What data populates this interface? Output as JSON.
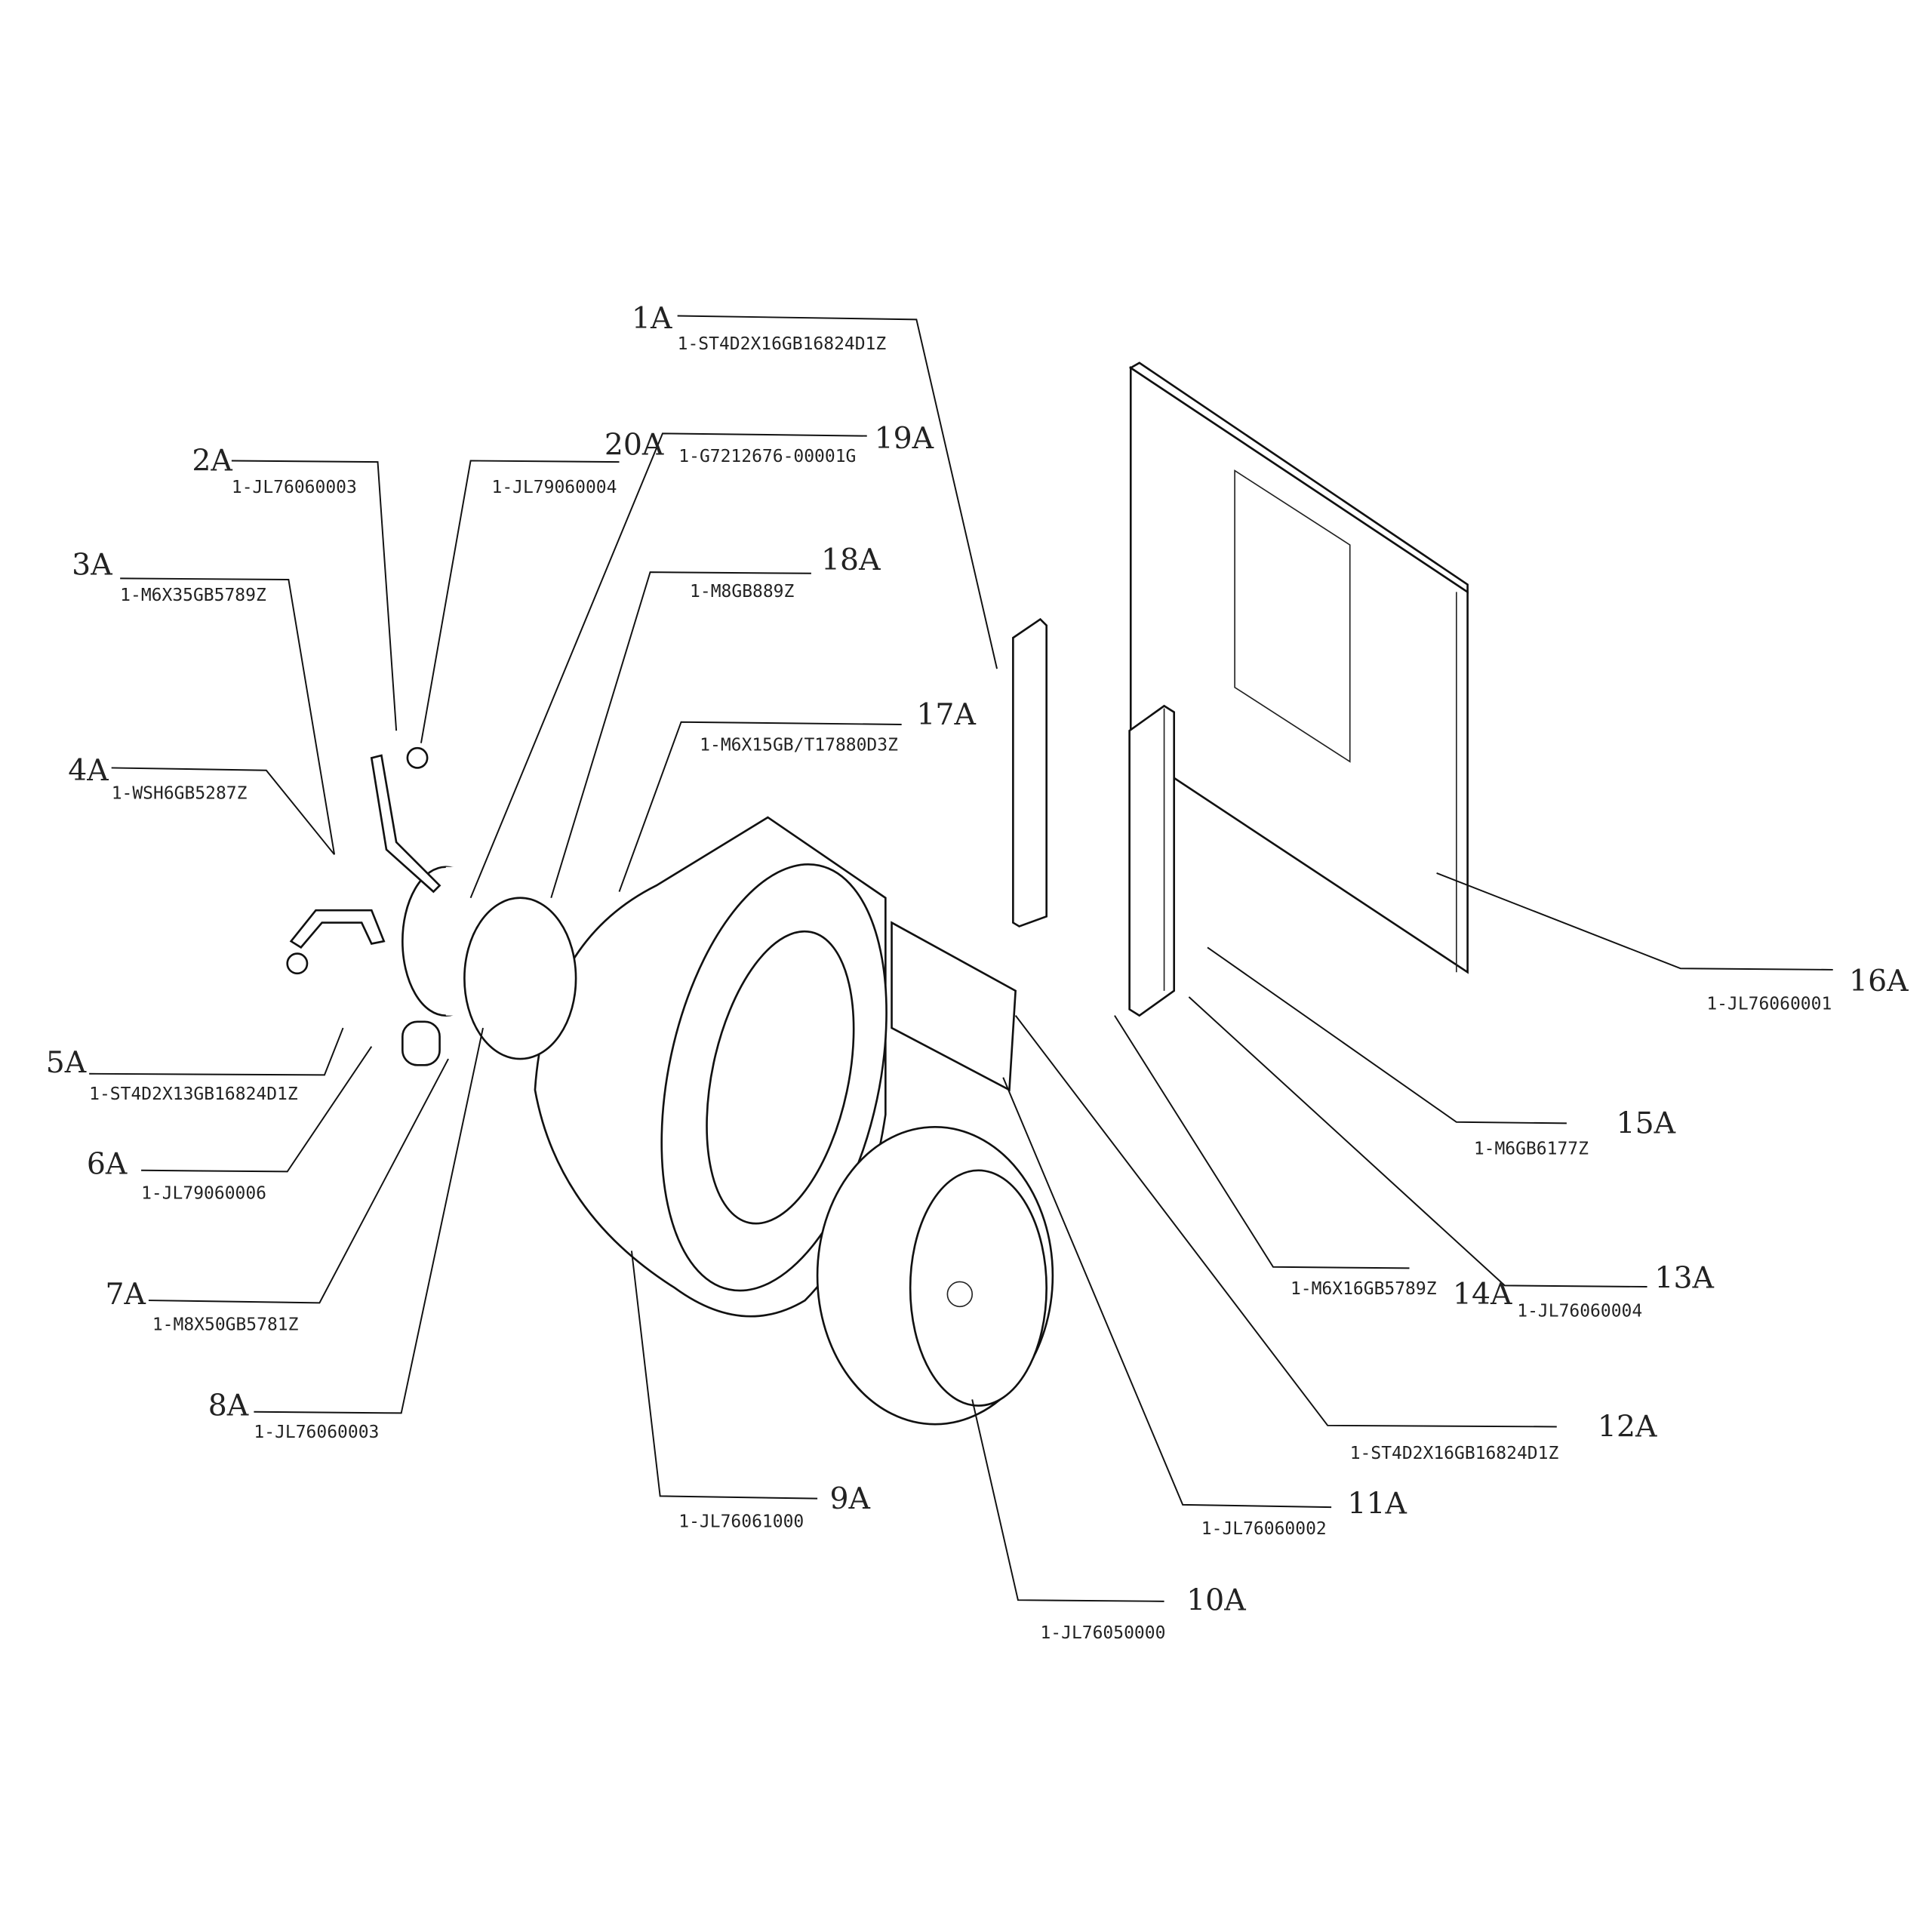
{
  "title": "Blower assembly exploded view",
  "callouts": [
    {
      "id": "1A",
      "code": "1-ST4D2X16GB16824D1Z"
    },
    {
      "id": "2A",
      "code": "1-JL76060003"
    },
    {
      "id": "",
      "code": "1-JL79060004"
    },
    {
      "id": "3A",
      "code": "1-M6X35GB5789Z"
    },
    {
      "id": "4A",
      "code": "1-WSH6GB5287Z"
    },
    {
      "id": "5A",
      "code": "1-ST4D2X13GB16824D1Z"
    },
    {
      "id": "6A",
      "code": "1-JL79060006"
    },
    {
      "id": "7A",
      "code": "1-M8X50GB5781Z"
    },
    {
      "id": "8A",
      "code": "1-JL76060003"
    },
    {
      "id": "9A",
      "code": "1-JL76061000"
    },
    {
      "id": "10A",
      "code": "1-JL76050000"
    },
    {
      "id": "11A",
      "code": "1-JL76060002"
    },
    {
      "id": "12A",
      "code": "1-ST4D2X16GB16824D1Z"
    },
    {
      "id": "13A",
      "code": "1-JL76060004"
    },
    {
      "id": "14A",
      "code": "1-M6X16GB5789Z"
    },
    {
      "id": "15A",
      "code": "1-M6GB6177Z"
    },
    {
      "id": "16A",
      "code": "1-JL76060001"
    },
    {
      "id": "17A",
      "code": "1-M6X15GB/T17880D3Z"
    },
    {
      "id": "18A",
      "code": "1-M8GB889Z"
    },
    {
      "id": "19A",
      "code": "1-G7212676-00001G"
    },
    {
      "id": "20A",
      "code": ""
    }
  ]
}
